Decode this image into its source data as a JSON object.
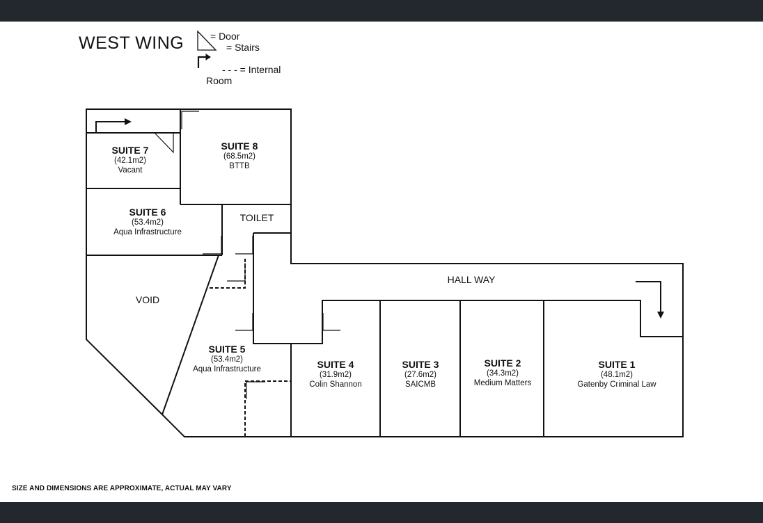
{
  "header": {
    "title": "WEST WING"
  },
  "legend": {
    "door": "= Door",
    "stairs": "= Stairs",
    "internal": "- - -  = Internal",
    "internal_cont": "Room"
  },
  "rooms": {
    "suite7": {
      "name": "SUITE 7",
      "area": "(42.1m2)",
      "tenant": "Vacant"
    },
    "suite8": {
      "name": "SUITE 8",
      "area": "(68.5m2)",
      "tenant": "BTTB"
    },
    "suite6": {
      "name": "SUITE 6",
      "area": "(53.4m2)",
      "tenant": "Aqua Infrastructure"
    },
    "suite5": {
      "name": "SUITE 5",
      "area": "(53.4m2)",
      "tenant": "Aqua Infrastructure"
    },
    "suite4": {
      "name": "SUITE 4",
      "area": "(31.9m2)",
      "tenant": "Colin Shannon"
    },
    "suite3": {
      "name": "SUITE 3",
      "area": "(27.6m2)",
      "tenant": "SAICMB"
    },
    "suite2": {
      "name": "SUITE 2",
      "area": "(34.3m2)",
      "tenant": "Medium Matters"
    },
    "suite1": {
      "name": "SUITE 1",
      "area": "(48.1m2)",
      "tenant": "Gatenby Criminal Law"
    },
    "toilet": "TOILET",
    "hallway": "HALL WAY",
    "void": "VOID"
  },
  "footer": {
    "disclaimer": "SIZE AND DIMENSIONS ARE APPROXIMATE, ACTUAL MAY VARY"
  },
  "colors": {
    "bar": "#23282e",
    "line": "#111111"
  },
  "icons": {
    "door": "door-symbol-icon",
    "stairs": "stairs-arrow-icon"
  }
}
